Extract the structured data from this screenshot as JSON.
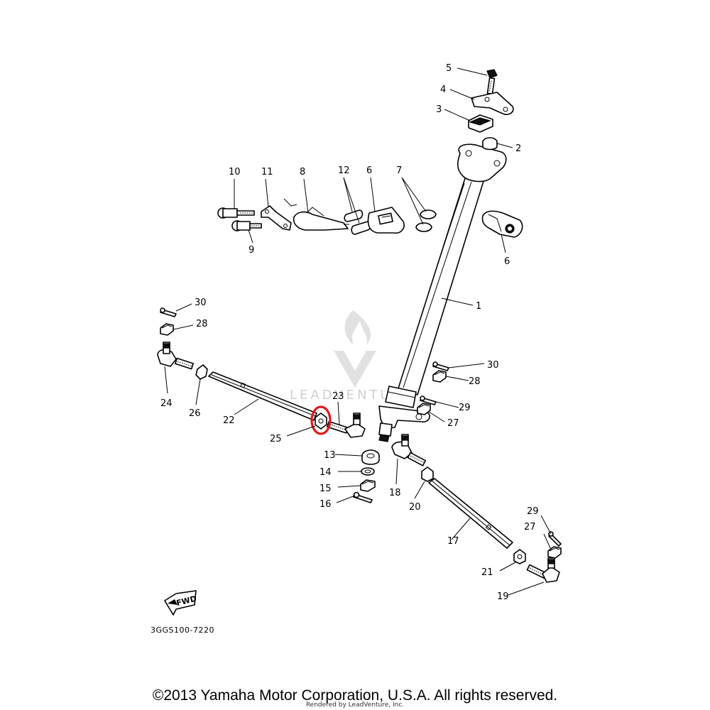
{
  "callouts": {
    "p1": "1",
    "p2": "2",
    "p3": "3",
    "p4": "4",
    "p5": "5",
    "p6a": "6",
    "p6b": "6",
    "p7": "7",
    "p8": "8",
    "p9": "9",
    "p10": "10",
    "p11": "11",
    "p12": "12",
    "p13": "13",
    "p14": "14",
    "p15": "15",
    "p16": "16",
    "p17": "17",
    "p18": "18",
    "p19": "19",
    "p20": "20",
    "p21": "21",
    "p22": "22",
    "p23": "23",
    "p24": "24",
    "p25": "25",
    "p26": "26",
    "p27a": "27",
    "p27b": "27",
    "p28a": "28",
    "p28b": "28",
    "p29a": "29",
    "p29b": "29",
    "p30a": "30",
    "p30b": "30"
  },
  "direction_tag": "FWD",
  "drawing_code": "3GGS100-7220",
  "watermark": "LEADVENTURE",
  "highlight_color": "#e0191b",
  "copyright": "©2013 Yamaha Motor Corporation, U.S.A. All rights reserved.",
  "rendered_by": "Rendered by LeadVenture, Inc."
}
